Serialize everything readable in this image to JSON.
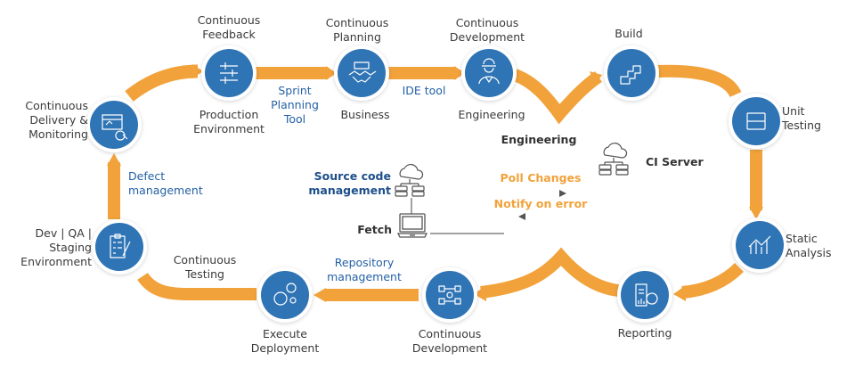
{
  "colors": {
    "path": "#f2a23b",
    "node": "#2f74b5",
    "node_ring": "#ffffff",
    "label_text": "#3a3a3a",
    "tool_text": "#2461a6",
    "accent_orange": "#f2a23b",
    "scm_text": "#1d4f8b"
  },
  "nodes": [
    {
      "id": "continuous-feedback",
      "icon": "workflow-cubes-icon",
      "top_label": "Continuous\nFeedback",
      "bottom_label": "Production\nEnvironment"
    },
    {
      "id": "continuous-planning",
      "icon": "handshake-briefcase-icon",
      "top_label": "Continuous\nPlanning",
      "bottom_label": "Business"
    },
    {
      "id": "continuous-development-top",
      "icon": "engineer-gear-icon",
      "top_label": "Continuous\nDevelopment",
      "bottom_label": "Engineering"
    },
    {
      "id": "build",
      "icon": "puzzle-pieces-icon",
      "top_label": "Build"
    },
    {
      "id": "unit-testing",
      "icon": "circuit-nodes-icon",
      "side_label": "Unit\nTesting"
    },
    {
      "id": "static-analysis",
      "icon": "bar-trend-chart-icon",
      "side_label": "Static\nAnalysis"
    },
    {
      "id": "reporting",
      "icon": "report-pie-icon",
      "bottom_label": "Reporting"
    },
    {
      "id": "continuous-development-bottom",
      "icon": "process-flow-gear-icon",
      "bottom_label": "Continuous\nDevelopment"
    },
    {
      "id": "execute-deployment",
      "icon": "gears-icon",
      "bottom_label": "Execute\nDeployment"
    },
    {
      "id": "dev-qa-staging",
      "icon": "checklist-clipboard-icon",
      "side_label": "Dev | QA |\nStaging\nEnvironment"
    },
    {
      "id": "continuous-delivery",
      "icon": "dashboard-magnifier-icon",
      "side_label": "Continuous\nDelivery &\nMonitoring"
    }
  ],
  "tool_labels": {
    "sprint_planning": "Sprint\nPlanning\nTool",
    "ide_tool": "IDE tool",
    "defect_management": "Defect\nmanagement",
    "repository_management": "Repository\nmanagement",
    "continuous_testing": "Continuous\nTesting"
  },
  "center": {
    "engineering": "Engineering",
    "ci_server": "CI Server",
    "source_code_management": "Source code\nmanagement",
    "fetch": "Fetch",
    "poll_changes": "Poll Changes",
    "notify_on_error": "Notify on error"
  }
}
